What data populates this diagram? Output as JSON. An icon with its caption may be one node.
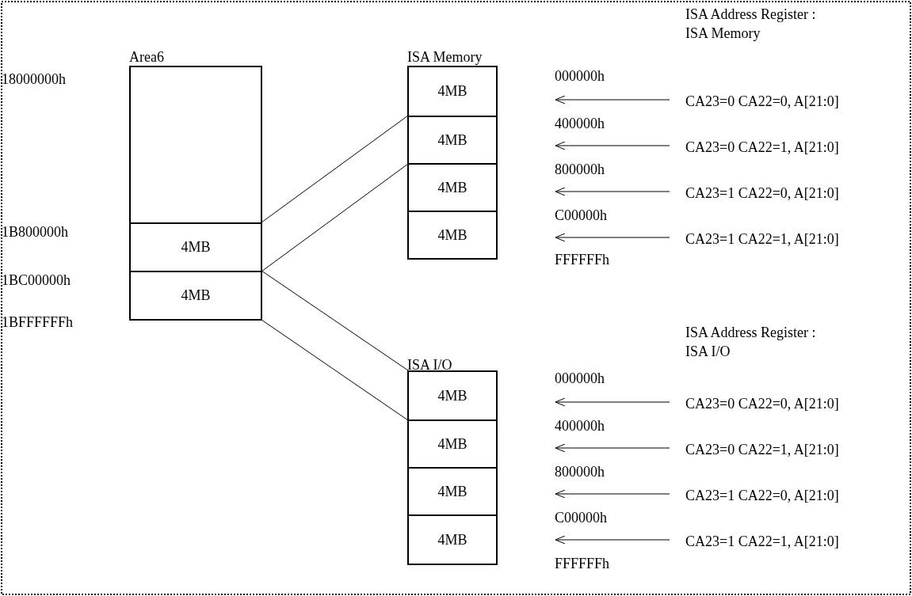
{
  "diagram": {
    "nodes": [
      {
        "text": [],
        "shape": "box"
      },
      {
        "text": [
          "4MB"
        ]
      },
      {
        "text": [
          "4MB"
        ]
      },
      {
        "text": [
          "4MB"
        ]
      },
      {
        "text": [
          "4MB"
        ]
      },
      {
        "text": [
          "4MB"
        ]
      },
      {
        "text": [
          "4MB"
        ]
      },
      {
        "text": [
          "4MB"
        ]
      },
      {
        "text": [
          "4MB"
        ]
      },
      {
        "text": [
          "4MB"
        ]
      },
      {
        "text": [
          "4MB"
        ]
      },
      {
        "text": [
          "CA23=0 CA22=0, A[21:0]"
        ]
      },
      {
        "text": [
          "CA23=0 CA22=1, A[21:0]"
        ]
      },
      {
        "text": [
          "CA23=1 CA22=0, A[21:0]"
        ]
      },
      {
        "text": [
          "CA23=1 CA22=1, A[21:0]"
        ]
      },
      {
        "text": [
          "CA23=0 CA22=0, A[21:0]"
        ]
      },
      {
        "text": [
          "CA23=0 CA22=1, A[21:0]"
        ]
      },
      {
        "text": [
          "CA23=1 CA22=0, A[21:0]"
        ]
      },
      {
        "text": [
          "CA23=1 CA22=1, A[21:0]"
        ]
      }
    ],
    "edges": [
      {
        "from": 1,
        "to": 4,
        "arrow": "none"
      },
      {
        "from": 1,
        "to": 4,
        "arrow": "none"
      },
      {
        "from": 2,
        "to": 7,
        "arrow": "none"
      },
      {
        "from": 2,
        "to": 7,
        "arrow": "none"
      },
      {
        "from": 11,
        "to": null,
        "arrow": "to"
      },
      {
        "from": 12,
        "to": null,
        "arrow": "to"
      },
      {
        "from": 13,
        "to": null,
        "arrow": "to"
      },
      {
        "from": 14,
        "to": null,
        "arrow": "to"
      },
      {
        "from": 15,
        "to": null,
        "arrow": "to"
      },
      {
        "from": 16,
        "to": null,
        "arrow": "to"
      },
      {
        "from": 17,
        "to": null,
        "arrow": "to"
      },
      {
        "from": 18,
        "to": null,
        "arrow": "to"
      }
    ],
    "labels": [
      "ISA Address Register : ISA Memory",
      "Area6",
      "ISA Memory",
      "18000000h",
      "000000h",
      "400000h",
      "800000h",
      "C00000h",
      "FFFFFFh",
      "1B800000h",
      "1BC00000h",
      "1BFFFFFFh",
      "ISA Address Register : ISA I/O",
      "ISA I/O",
      "000000h",
      "400000h",
      "800000h",
      "C00000h",
      "FFFFFFh"
    ]
  }
}
